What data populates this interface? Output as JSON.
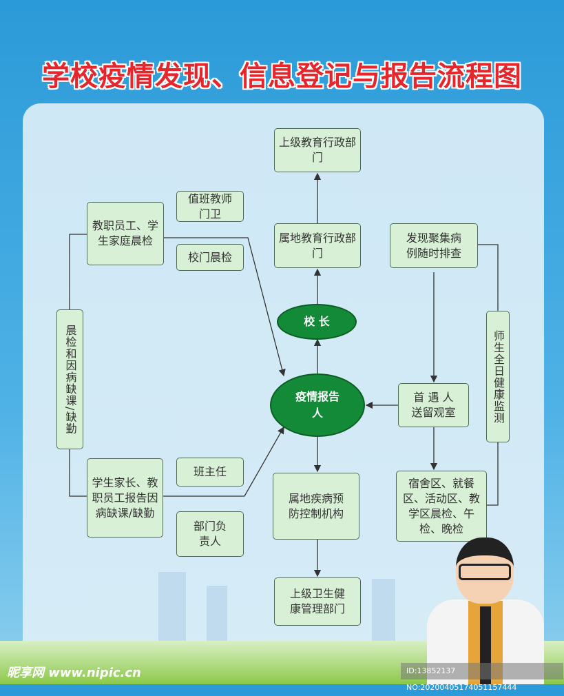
{
  "title": "学校疫情发现、信息登记与报告流程图",
  "nodes": {
    "upper_edu": "上级教育行政部门",
    "local_edu": "属地教育行政部门",
    "principal": "校 长",
    "reporter": "疫情报告人",
    "cdc": "属地疾病预防控制机构",
    "upper_health": "上级卫生健康管理部门",
    "staff_check": "教职员工、学生家庭晨检",
    "duty_teacher": "值班教师门卫",
    "gate_check": "校门晨检",
    "absence_check": "晨检和因病缺课/缺勤",
    "parent_report": "学生家长、教职员工报告因病缺课/缺勤",
    "head_teacher": "班主任",
    "dept_head": "部门负责人",
    "cluster_check": "发现聚集病例随时排查",
    "first_contact": "首 遇 人送留观室",
    "all_day_monitor": "师生全日健康监测",
    "area_checks": "宿舍区、就餐区、活动区、教学区晨检、午检、晚检"
  },
  "watermark": {
    "logo": "昵享网 www.nipic.cn",
    "id": "ID:13852137 NO:20200405174051157444"
  },
  "colors": {
    "box": "#d8f0d5",
    "ellipse": "#138a38",
    "title": "#e5262c"
  }
}
